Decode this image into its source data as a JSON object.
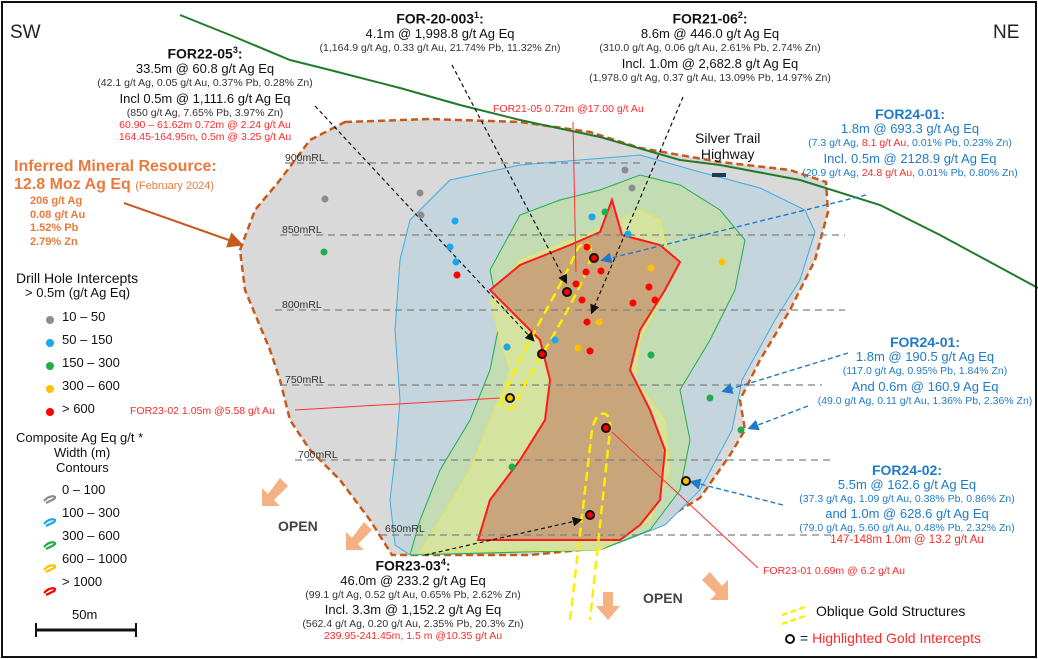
{
  "compass": {
    "sw": "SW",
    "ne": "NE"
  },
  "levels": [
    "900mRL",
    "850mRL",
    "800mRL",
    "750mRL",
    "700mRL",
    "650mRL"
  ],
  "road": {
    "line1": "Silver Trail",
    "line2": "Highway"
  },
  "resource": {
    "title": "Inferred Mineral Resource:",
    "amount": "12.8 Moz Ag Eq",
    "date": "(February 2024)",
    "grades": [
      "206 g/t Ag",
      "0.08 g/t Au",
      "1.52% Pb",
      "2.79% Zn"
    ]
  },
  "holes": {
    "for22_05": {
      "name": "FOR22-05",
      "sup": "3",
      "suffix": ":",
      "main": "33.5m @ 60.8 g/t Ag Eq",
      "detail": "(42.1 g/t Ag, 0.05 g/t Au, 0.37% Pb, 0.28% Zn)",
      "incl": "Incl 0.5m @ 1,111.6 g/t Ag Eq",
      "incl_detail": "(850 g/t Ag, 7.65% Pb, 3.97% Zn)",
      "au1": "60.90 – 61.62m 0.72m @ 2.24 g/t Au",
      "au2": "164.45-164.95m, 0.5m @ 3.25 g/t Au"
    },
    "for20_003": {
      "name": "FOR-20-003",
      "sup": "1",
      "suffix": ":",
      "main": "4.1m @ 1,998.8 g/t Ag Eq",
      "detail": "(1,164.9 g/t Ag, 0.33 g/t Au, 21.74% Pb, 11.32% Zn)"
    },
    "for21_06": {
      "name": "FOR21-06",
      "sup": "2",
      "suffix": ":",
      "main": "8.6m @ 446.0 g/t Ag Eq",
      "detail": "(310.0 g/t Ag, 0.06 g/t Au, 2.61% Pb, 2.74% Zn)",
      "incl": "Incl. 1.0m @ 2,682.8 g/t Ag Eq",
      "incl_detail": "(1,978.0 g/t Ag, 0.37 g/t Au, 13.09% Pb, 14.97% Zn)"
    },
    "for24_01a": {
      "name": "FOR24-01:",
      "main": "1.8m @ 693.3 g/t Ag Eq",
      "detail_a": "(7.3 g/t Ag, ",
      "detail_au": "8.1 g/t Au",
      "detail_b": ", 0.01% Pb, 0.23% Zn)",
      "incl": "Incl. 0.5m @ 2128.9 g/t Ag Eq",
      "incl_a": "(20.9 g/t Ag, ",
      "incl_au": "24.8 g/t Au",
      "incl_b": ", 0.01% Pb, 0.80% Zn)"
    },
    "for24_01b": {
      "name": "FOR24-01:",
      "main": "1.8m @ 190.5 g/t Ag Eq",
      "detail": "(117.0 g/t Ag, 0.95% Pb, 1.84% Zn)",
      "and": "And 0.6m @ 160.9 Ag Eq",
      "and_detail": "(49.0 g/t Ag, 0.11 g/t Au, 1.36% Pb, 2.36% Zn)"
    },
    "for24_02": {
      "name": "FOR24-02:",
      "main": "5.5m @ 162.6 g/t Ag Eq",
      "detail": "(37.3 g/t Ag, 1.09 g/t Au, 0.38% Pb, 0.86% Zn)",
      "and": "and 1.0m @ 628.6 g/t Ag Eq",
      "and_detail": "(79.0 g/t Ag, 5.60 g/t Au, 0.48% Pb, 2.32% Zn)",
      "au": "147-148m  1.0m @ 13.2 g/t Au"
    },
    "for23_03": {
      "name": "FOR23-03",
      "sup": "4",
      "suffix": ":",
      "main": "46.0m @ 233.2 g/t Ag Eq",
      "detail": "(99.1 g/t Ag, 0.52 g/t Au, 0.65% Pb, 2.62% Zn)",
      "incl": "Incl. 3.3m @ 1,152.2 g/t Ag Eq",
      "incl_detail": "(562.4 g/t Ag, 0.20 g/t Au, 2.35% Pb, 20.3% Zn)",
      "au": "239.95-241.45m,  1.5 m @10.35 g/t Au"
    }
  },
  "gold_labels": {
    "for21_05": "FOR21-05 0.72m @17.00 g/t Au",
    "for23_02": "FOR23-02 1.05m @5.58 g/t Au",
    "for23_01": "FOR23-01 0.69m @ 6.2 g/t Au"
  },
  "open_labels": [
    "OPEN",
    "OPEN"
  ],
  "legend_intercepts": {
    "title": "Drill Hole Intercepts",
    "subtitle": "> 0.5m (g/t Ag Eq)",
    "items": [
      {
        "label": "10 – 50",
        "color": "#8c8c8c"
      },
      {
        "label": "50 – 150",
        "color": "#1aa7ec"
      },
      {
        "label": "150 – 300",
        "color": "#1fae4b"
      },
      {
        "label": "300 – 600",
        "color": "#ffc000"
      },
      {
        "label": "> 600",
        "color": "#ff0000"
      }
    ]
  },
  "legend_contours": {
    "title1": "Composite Ag Eq g/t *",
    "title2": "Width (m)",
    "title3": "Contours",
    "items": [
      {
        "label": "0 – 100",
        "color": "#8c8c8c"
      },
      {
        "label": "100 – 300",
        "color": "#1aa7ec"
      },
      {
        "label": "300 – 600",
        "color": "#1fae4b"
      },
      {
        "label": "600 – 1000",
        "color": "#ffc000"
      },
      {
        "label": "> 1000",
        "color": "#ff0000"
      }
    ]
  },
  "scale": {
    "label": "50m"
  },
  "legend_gold": {
    "structures": "Oblique Gold Structures",
    "eq": "=",
    "highlighted": "Highlighted Gold Intercepts"
  }
}
